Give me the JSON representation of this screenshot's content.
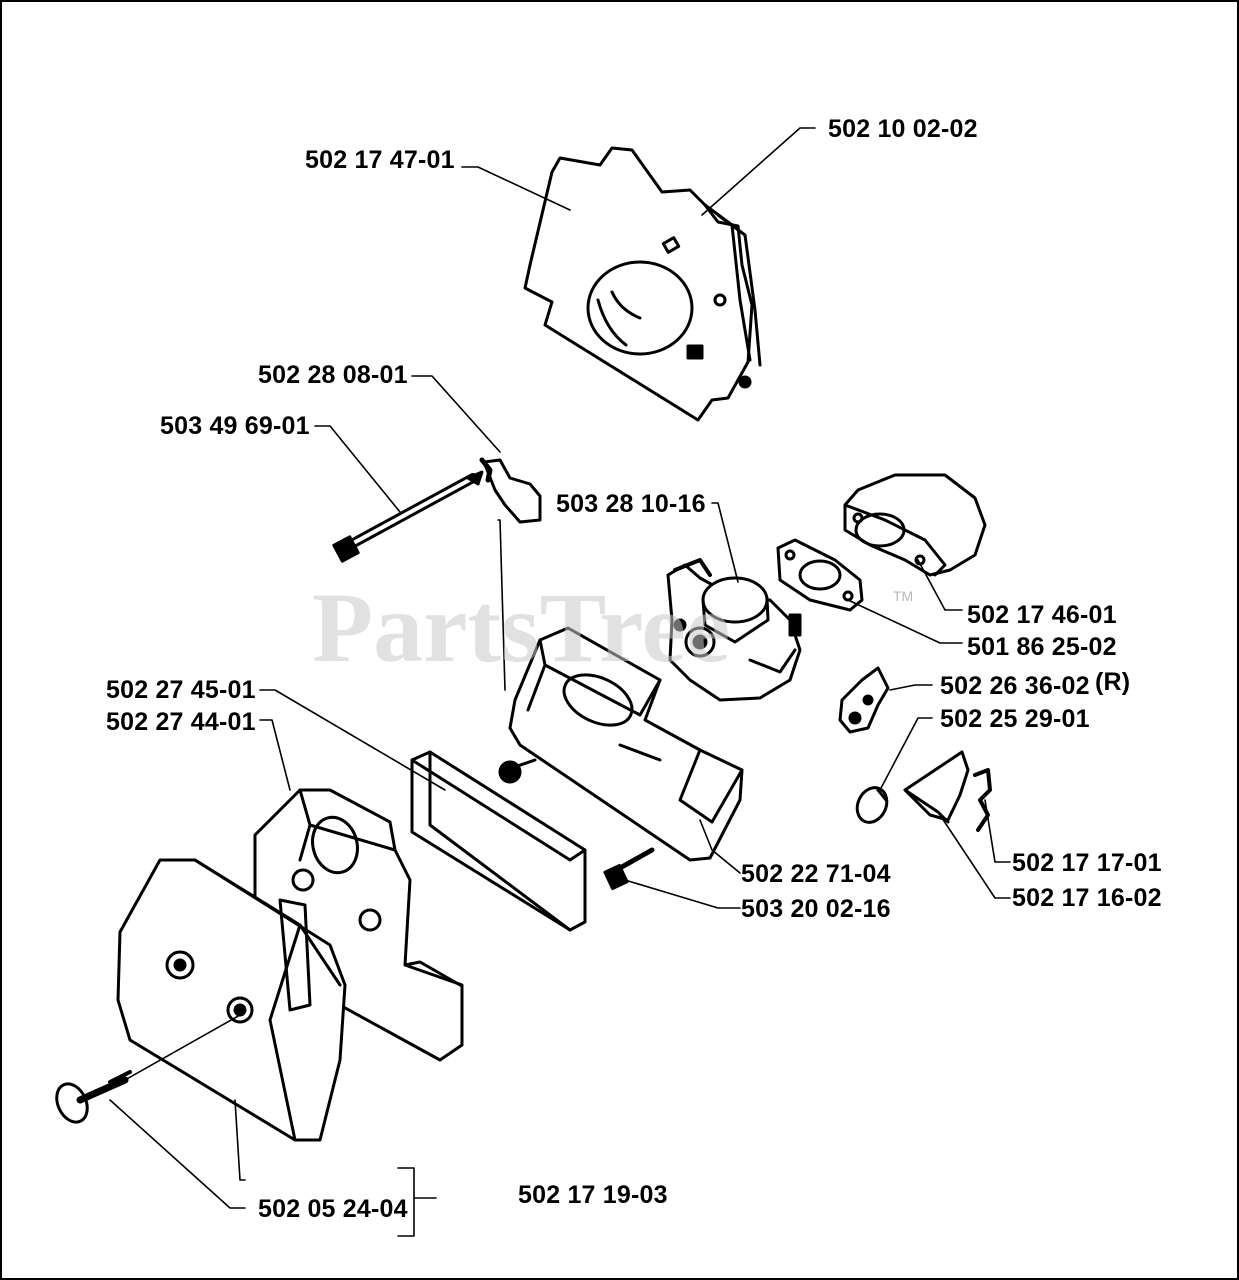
{
  "watermark": {
    "text": "PartsTree",
    "tm": "TM"
  },
  "parts": {
    "p1": "502 10 02-02",
    "p2": "502 17 47-01",
    "p3": "502 28 08-01",
    "p4": "503 49 69-01",
    "p5": "503 28 10-16",
    "p6": "502 17 46-01",
    "p7": "501 86 25-02",
    "p8": "502 26 36-02",
    "p8_suffix": "(R)",
    "p9": "502 25 29-01",
    "p10": "502 27 45-01",
    "p11": "502 27 44-01",
    "p12": "502 22 71-04",
    "p13": "503 20 02-16",
    "p14": "502 17 17-01",
    "p15": "502 17 16-02",
    "p16": "502 05 24-04",
    "p17": "502 17 19-03"
  }
}
